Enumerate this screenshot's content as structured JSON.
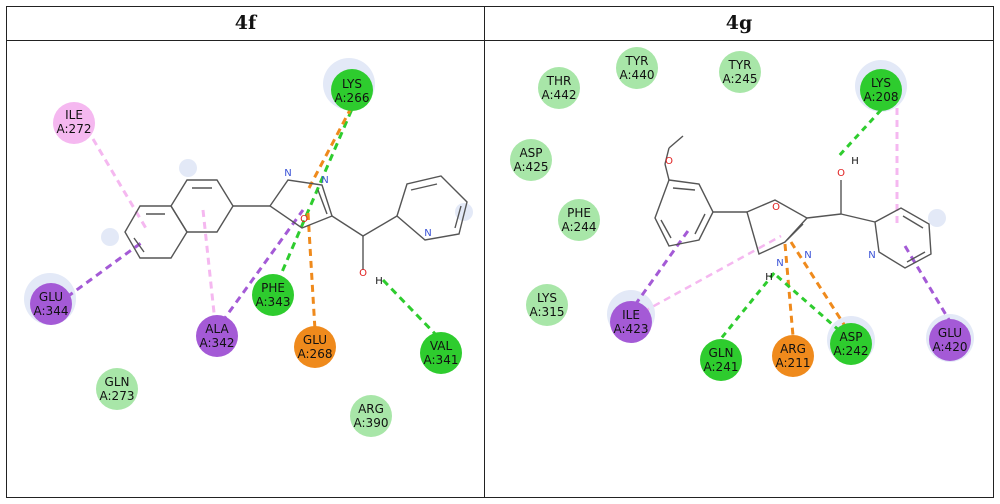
{
  "panels": [
    {
      "title": "4f",
      "residues": [
        {
          "name": "LYS",
          "id": "A:266",
          "kind": "green"
        },
        {
          "name": "ILE",
          "id": "A:272",
          "kind": "pink"
        },
        {
          "name": "GLU",
          "id": "A:344",
          "kind": "purple"
        },
        {
          "name": "PHE",
          "id": "A:343",
          "kind": "green"
        },
        {
          "name": "ALA",
          "id": "A:342",
          "kind": "purple"
        },
        {
          "name": "GLU",
          "id": "A:268",
          "kind": "orange"
        },
        {
          "name": "VAL",
          "id": "A:341",
          "kind": "green"
        },
        {
          "name": "GLN",
          "id": "A:273",
          "kind": "lightgreen"
        },
        {
          "name": "ARG",
          "id": "A:390",
          "kind": "lightgreen"
        }
      ],
      "atoms": {
        "n1": "N",
        "n2": "N",
        "o_ring": "O",
        "o_oh": "O",
        "h_oh": "H",
        "n_pyr": "N"
      }
    },
    {
      "title": "4g",
      "residues": [
        {
          "name": "TYR",
          "id": "A:440",
          "kind": "lightgreen"
        },
        {
          "name": "THR",
          "id": "A:442",
          "kind": "lightgreen"
        },
        {
          "name": "TYR",
          "id": "A:245",
          "kind": "lightgreen"
        },
        {
          "name": "LYS",
          "id": "A:208",
          "kind": "green"
        },
        {
          "name": "ASP",
          "id": "A:425",
          "kind": "lightgreen"
        },
        {
          "name": "PHE",
          "id": "A:244",
          "kind": "lightgreen"
        },
        {
          "name": "LYS",
          "id": "A:315",
          "kind": "lightgreen"
        },
        {
          "name": "ILE",
          "id": "A:423",
          "kind": "purple"
        },
        {
          "name": "GLN",
          "id": "A:241",
          "kind": "green"
        },
        {
          "name": "ARG",
          "id": "A:211",
          "kind": "orange"
        },
        {
          "name": "ASP",
          "id": "A:242",
          "kind": "green"
        },
        {
          "name": "GLU",
          "id": "A:420",
          "kind": "purple"
        }
      ],
      "atoms": {
        "o_oh": "O",
        "h_oh": "H",
        "o_ring": "O",
        "n_ring_right": "N",
        "n_ring_left": "N",
        "h_nh": "H",
        "n_pyr": "N",
        "o_methoxy": "O"
      }
    }
  ],
  "colors": {
    "green": "#2ecc2e",
    "lightgreen": "#a8e6a8",
    "purple": "#a45ad6",
    "pink": "#f5b8f0",
    "orange": "#ef8a1c",
    "bond": "#555555",
    "nitrogen": "#3a52d6",
    "oxygen": "#e02020"
  }
}
